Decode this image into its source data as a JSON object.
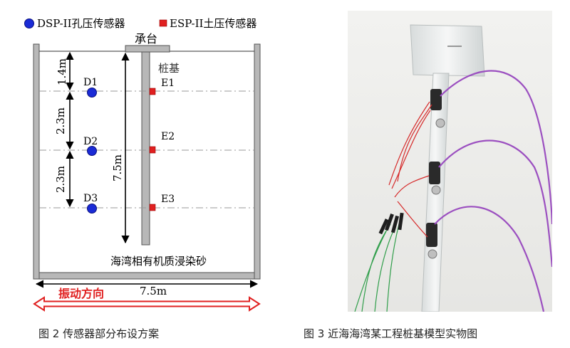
{
  "legend": {
    "dsp_label": "DSP-II孔压传感器",
    "esp_label": "ESP-II土压传感器",
    "dsp_color": "#1a2bd6",
    "esp_color": "#e02020"
  },
  "diagram": {
    "cap_label": "承台",
    "pile_label": "桩基",
    "soil_label": "海湾相有机质浸染砂",
    "dim_top": "1.4m",
    "dim_mid": "2.3m",
    "dim_low": "2.3m",
    "dim_pile": "7.5m",
    "dim_width": "7.5m",
    "vibration_label": "振动方向",
    "vibration_color": "#e02020",
    "d_sensors": [
      "D1",
      "D2",
      "D3"
    ],
    "e_sensors": [
      "E1",
      "E2",
      "E3"
    ]
  },
  "captions": {
    "fig2": "图 2  传感器部分布设方案",
    "fig3": "图 3  近海海湾某工程桩基模型实物图"
  }
}
